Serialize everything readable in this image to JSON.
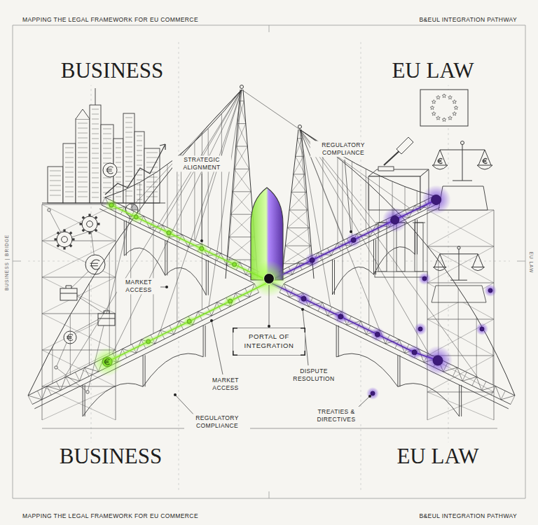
{
  "diagram": {
    "nodes": [
      {
        "text": [
          "PORTAL OF INTEGRATION"
        ]
      }
    ],
    "labels": [
      "MAPPING THE LEGAL FRAMEWORK FOR EU COMMERCE",
      "B&EUL INTEGRATION PATHWAY",
      "BUSINESS",
      "EU LAW",
      "STRATEGIC ALIGNMENT",
      "REGULATORY COMPLIANCE",
      "BUSINESS | BRIDGE",
      "EU LAW",
      "MARKET ACCESS",
      "MARKET ACCESS",
      "DISPUTE RESOLUTION",
      "REGULATORY COMPLIANCE",
      "TREATIES & DIRECTIVES",
      "BUSINESS",
      "EU LAW",
      "MAPPING THE LEGAL FRAMEWORK FOR EU COMMERCE",
      "B&EUL INTEGRATION PATHWAY"
    ]
  }
}
